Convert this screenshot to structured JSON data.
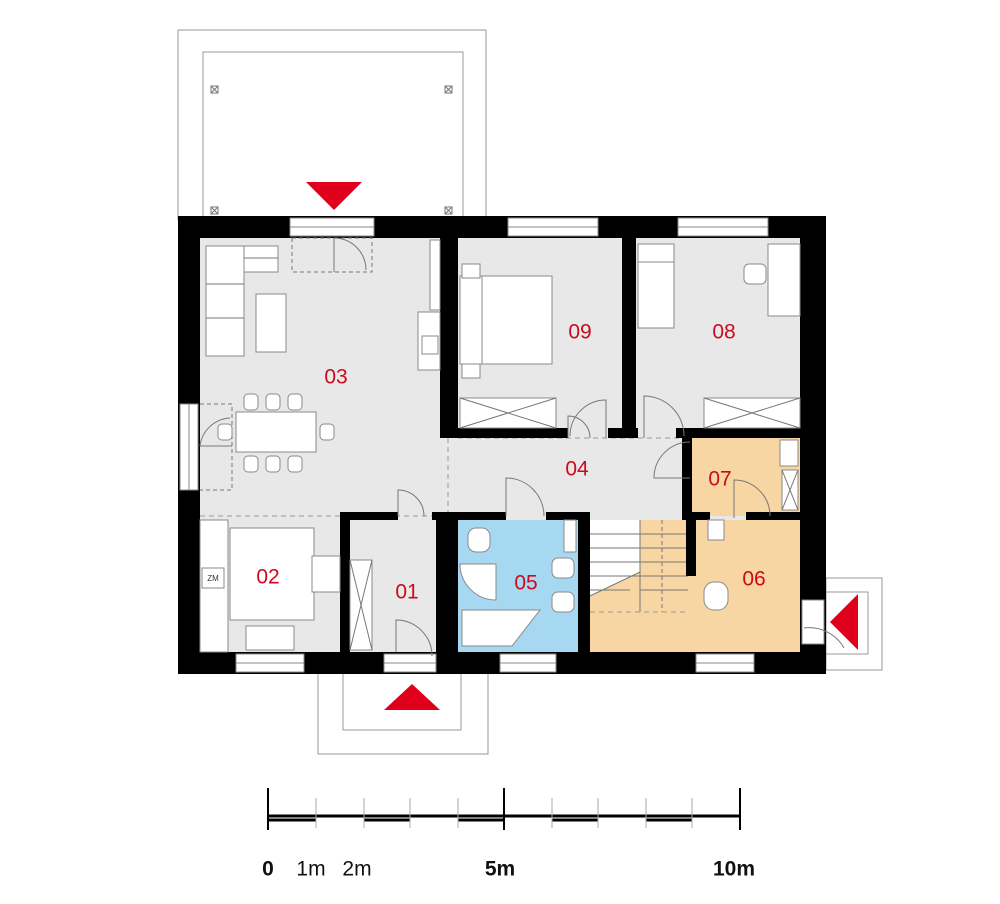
{
  "rooms": [
    {
      "id": "01",
      "label": "01"
    },
    {
      "id": "02",
      "label": "02"
    },
    {
      "id": "03",
      "label": "03"
    },
    {
      "id": "04",
      "label": "04"
    },
    {
      "id": "05",
      "label": "05"
    },
    {
      "id": "06",
      "label": "06"
    },
    {
      "id": "07",
      "label": "07"
    },
    {
      "id": "08",
      "label": "08"
    },
    {
      "id": "09",
      "label": "09"
    }
  ],
  "fridge_label": "ZM",
  "scale": {
    "labels": [
      "0",
      "1m",
      "2m",
      "5m",
      "10m"
    ]
  },
  "colors": {
    "wall": "#000000",
    "floor_gray": "#e8e8e8",
    "bathroom_blue": "#a7d8f2",
    "utility_orange": "#f8d6a3",
    "room_label": "#cc0a1e",
    "entrance_arrow": "#e0001b"
  }
}
